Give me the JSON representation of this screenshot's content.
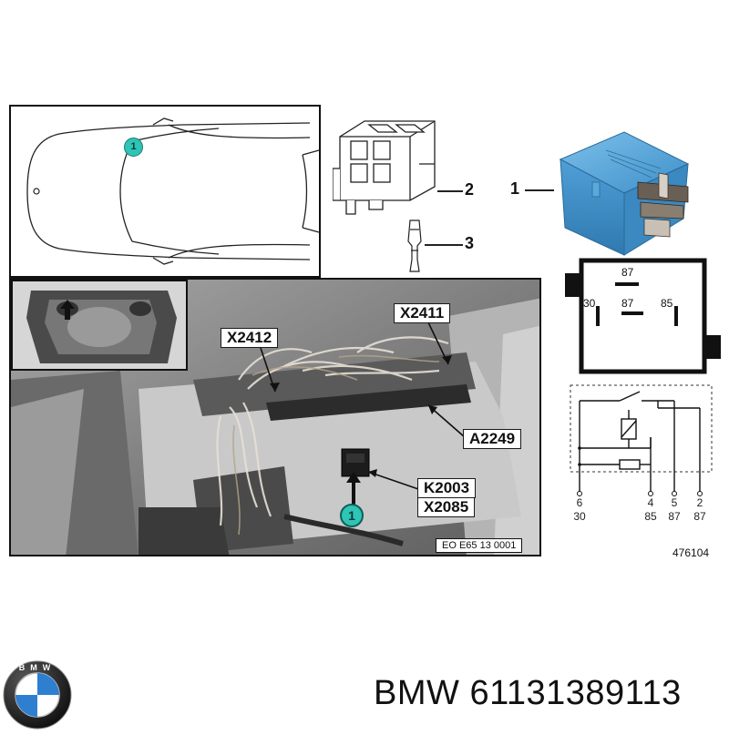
{
  "callouts": {
    "relay": "1",
    "holder": "2",
    "terminal": "3",
    "position_badge": "1",
    "photo_badge": "1"
  },
  "photo_labels": {
    "x2411": "X2411",
    "x2412": "X2412",
    "a2249": "A2249",
    "k2003": "K2003",
    "x2085": "X2085",
    "source_code": "EO E65 13 0001"
  },
  "relay_face": {
    "top_pin": "87",
    "left_pin": "30",
    "center_pin": "87",
    "right_pin": "85"
  },
  "schematic_pins": [
    {
      "pin": "6",
      "terminal": "30"
    },
    {
      "pin": "4",
      "terminal": "85"
    },
    {
      "pin": "5",
      "terminal": "87"
    },
    {
      "pin": "2",
      "terminal": "87"
    }
  ],
  "figure_number": "476104",
  "product": {
    "brand": "BMW",
    "part_number": "61131389113",
    "logo_letters": "BMW"
  },
  "colors": {
    "relay_blue": "#4f9fd6",
    "badge_teal": "#2ec4b6",
    "photo_gray": "#8a8a8a"
  }
}
